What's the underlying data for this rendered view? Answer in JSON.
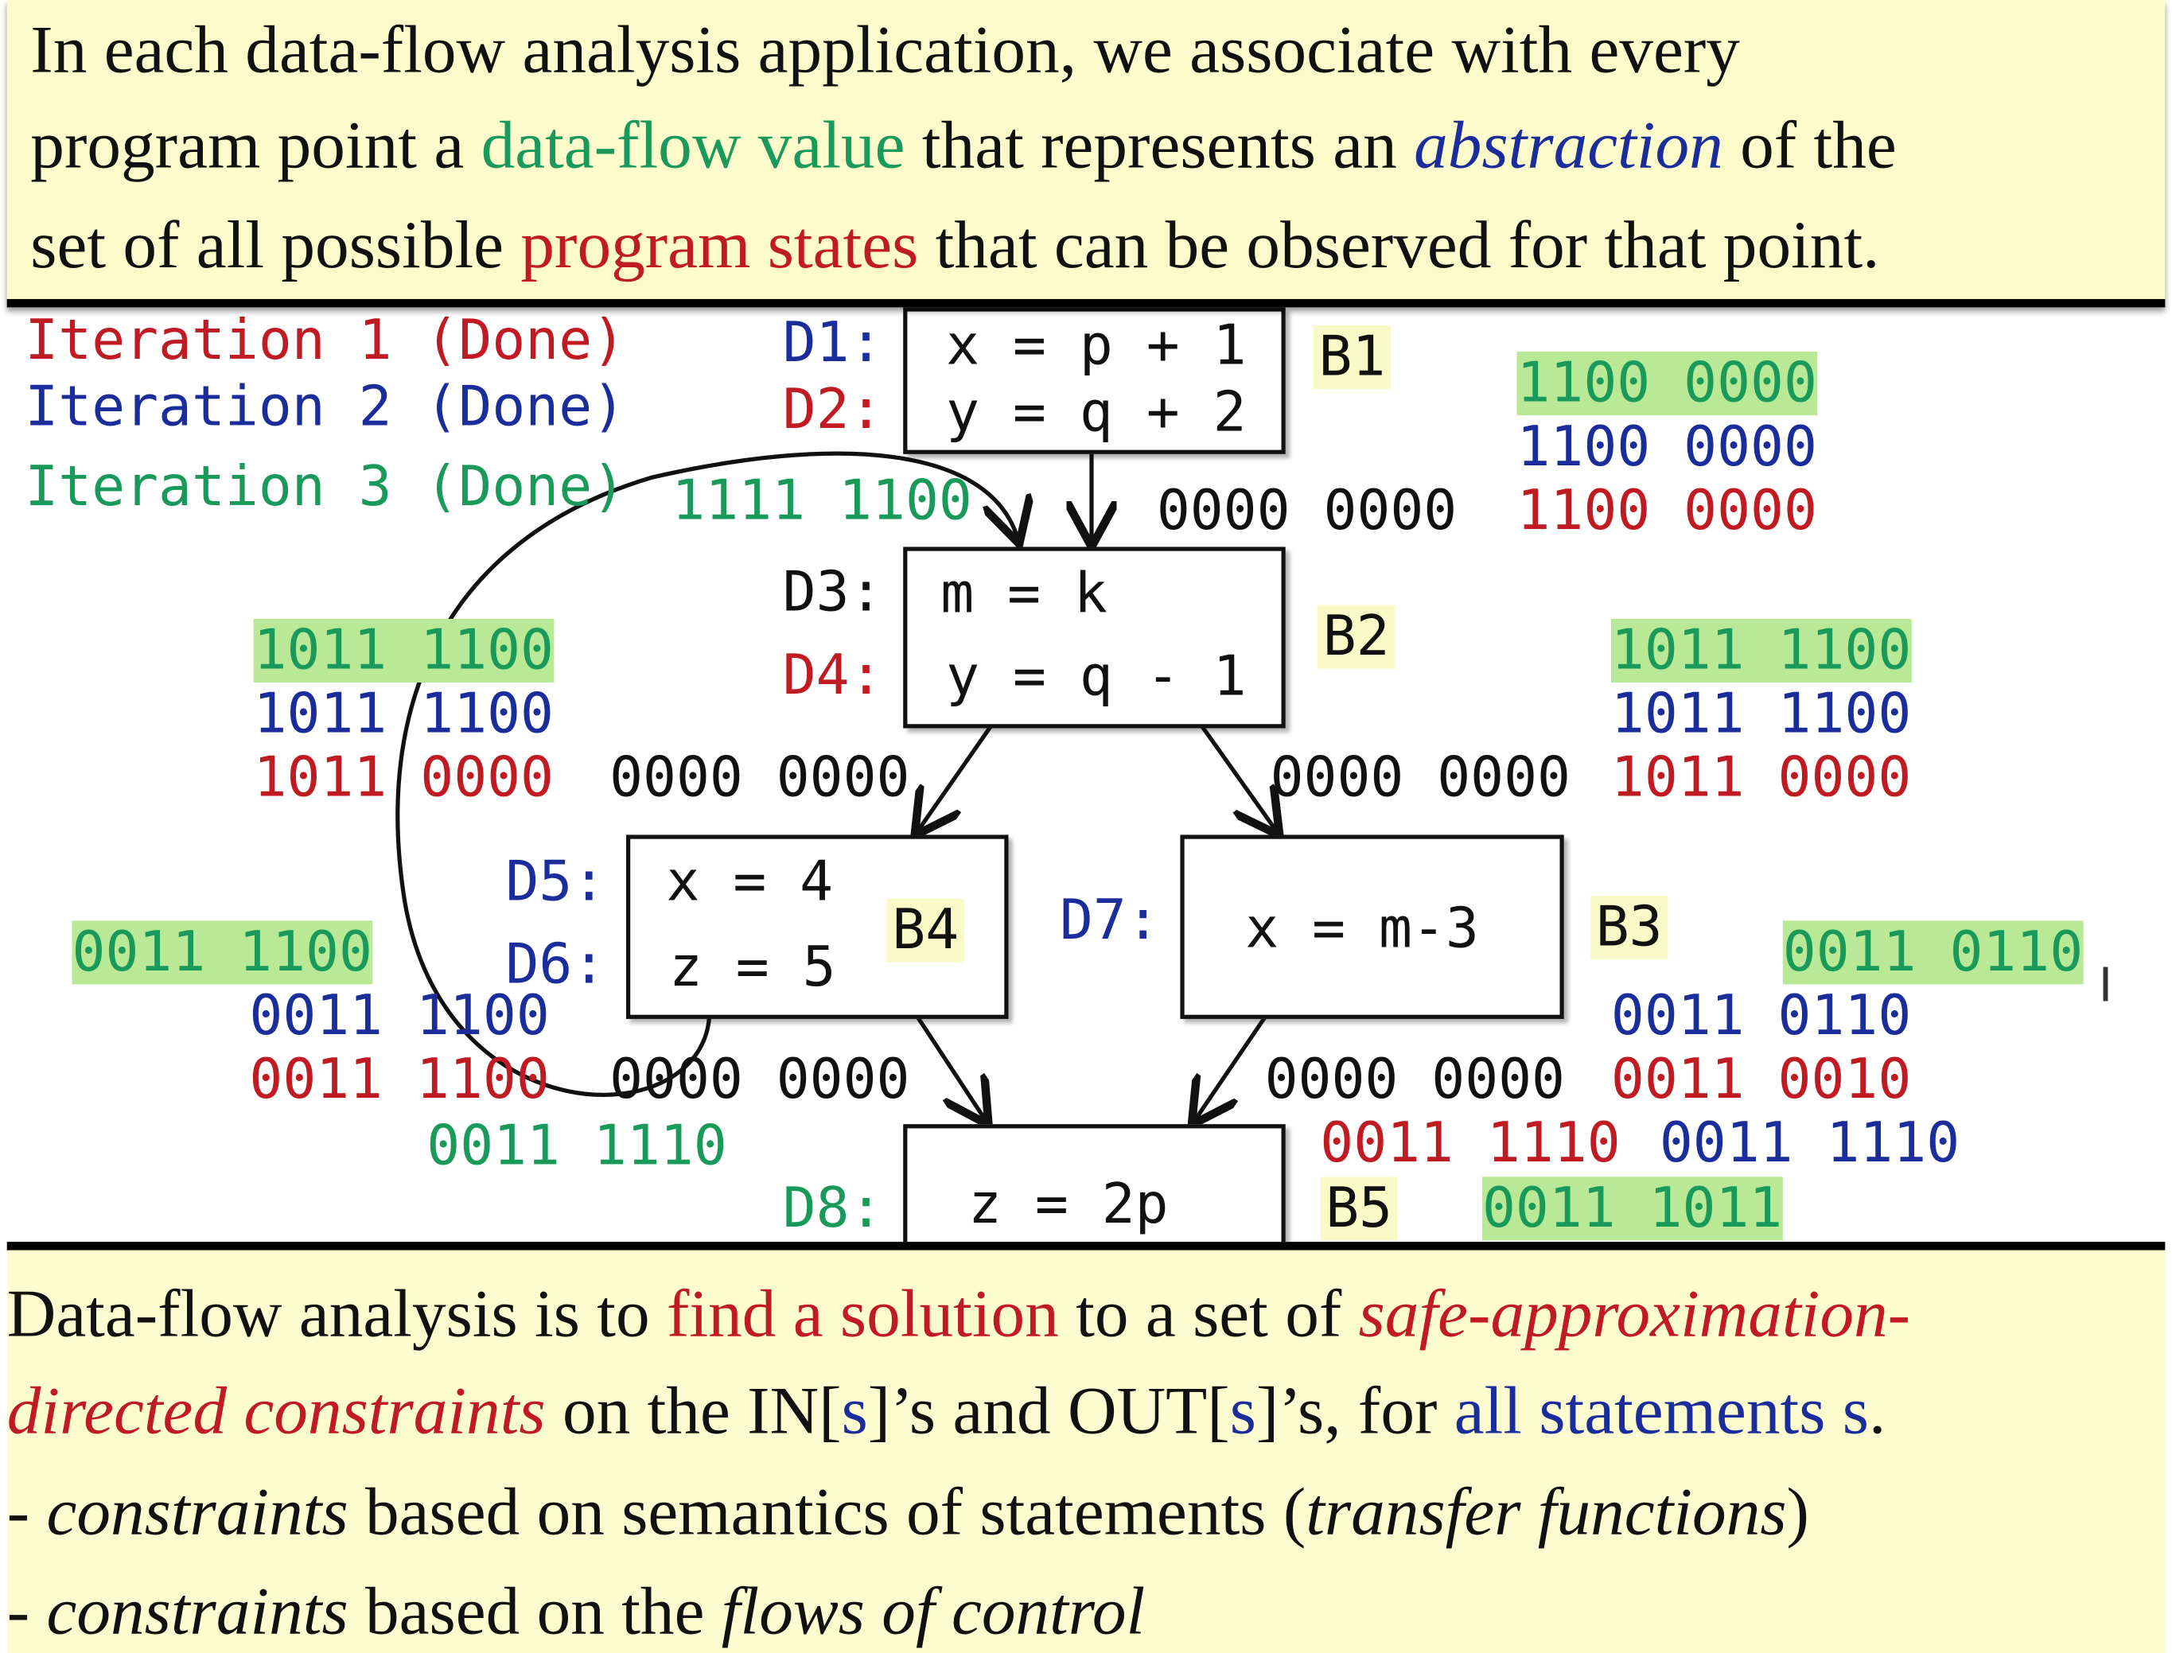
{
  "top_text": {
    "line1": "In each data-flow analysis application, we associate with every",
    "line2_a": "program point a ",
    "line2_b": "data-flow value",
    "line2_c": " that represents an ",
    "line2_d": "abstraction",
    "line2_e": " of the",
    "line3_a": "set of all possible ",
    "line3_b": "program states",
    "line3_c": " that can be observed for that point."
  },
  "iterations": [
    "Iteration 1 (Done)",
    "Iteration 2 (Done)",
    "Iteration 3 (Done)"
  ],
  "blocks": {
    "B1": {
      "label": "B1",
      "defs": [
        "D1:",
        "D2:"
      ],
      "stmts": [
        "x = p + 1",
        "y = q + 2"
      ]
    },
    "B2": {
      "label": "B2",
      "defs": [
        "D3:",
        "D4:"
      ],
      "stmts": [
        "m = k",
        "y = q - 1"
      ]
    },
    "B3": {
      "label": "B3",
      "defs": [
        "D7:"
      ],
      "stmts": [
        "x = m-3"
      ]
    },
    "B4": {
      "label": "B4",
      "defs": [
        "D5:",
        "D6:"
      ],
      "stmts": [
        "x = 4",
        "z = 5"
      ]
    },
    "B5": {
      "label": "B5",
      "defs": [
        "D8:"
      ],
      "stmts": [
        "z = 2p"
      ]
    }
  },
  "bitvectors": {
    "b1_out": [
      "1100 0000",
      "1100 0000",
      "1100 0000"
    ],
    "b1_gen_in": "0000 0000",
    "b2_in_iter3": "1111 1100",
    "b2_out_left": [
      "1011 1100",
      "1011 1100",
      "1011 0000"
    ],
    "b2_out_left_init": "0000 0000",
    "b2_out_right": [
      "1011 1100",
      "1011 1100",
      "1011 0000"
    ],
    "b2_out_right_init": "0000 0000",
    "b4_out": [
      "0011 1100",
      "0011 1100",
      "0011 1100"
    ],
    "b4_out_init": "0000 0000",
    "b3_out": [
      "0011 0110",
      "0011 0110",
      "0011 0010"
    ],
    "b3_out_init": "0000 0000",
    "b5_in_iter3": "0011 1110",
    "b5_in_red": "0011 1110",
    "b5_in_blue": "0011 1110",
    "b5_out_green": "0011 1011"
  },
  "bottom_text": {
    "l1_a": "Data-flow analysis is to ",
    "l1_b": "find a solution",
    "l1_c": " to a set of ",
    "l1_d": "safe-approximation-",
    "l2_a": "directed constraints",
    "l2_b": " on the IN[",
    "l2_c": "s",
    "l2_d": "]’s and OUT[",
    "l2_e": "s",
    "l2_f": "]’s, for ",
    "l2_g": "all statements s",
    "l2_h": ".",
    "l3_a": " - ",
    "l3_b": "constraints",
    "l3_c": " based on semantics of statements (",
    "l3_d": "transfer functions",
    "l3_e": ")",
    "l4_a": " - ",
    "l4_b": "constraints",
    "l4_c": " based on the ",
    "l4_d": "flows of control"
  },
  "colors": {
    "green": "#1a9a5a",
    "blue": "#1a2d9a",
    "red": "#c01a22",
    "highlight": "#b9e896",
    "slide_bg": "#fdfbcc"
  },
  "icons": {
    "cursor": "text-cursor-icon"
  }
}
